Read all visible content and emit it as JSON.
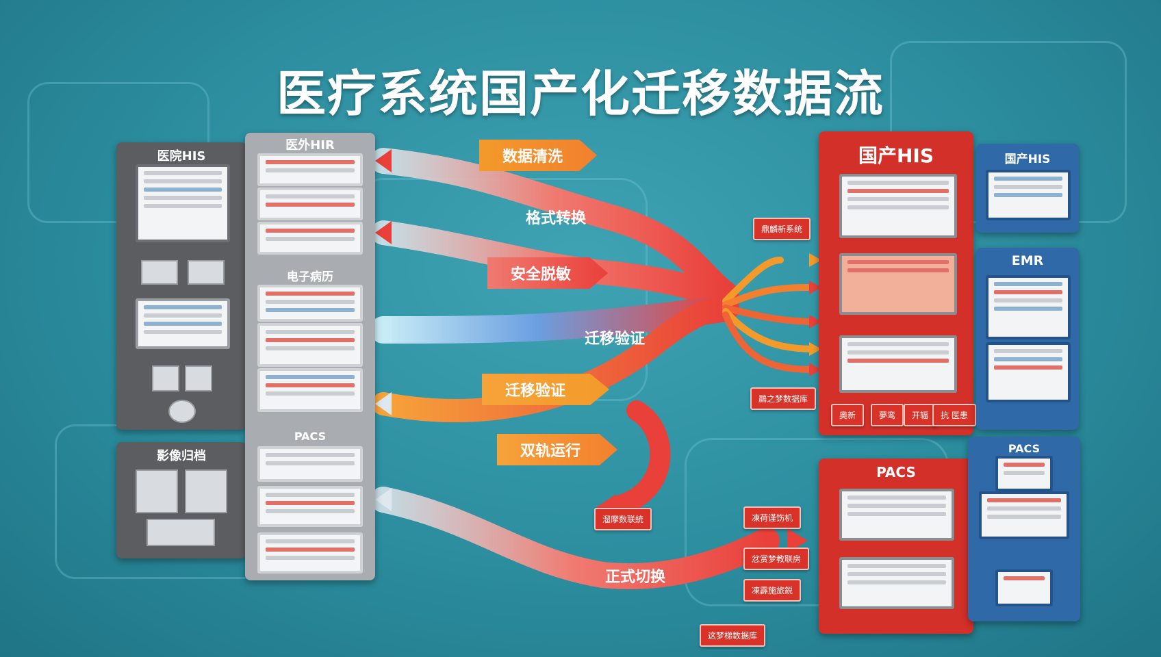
{
  "title": "医疗系统国产化迁移数据流",
  "source_systems": {
    "his": "医院HIS",
    "hir": "医外HIR",
    "emr": "电子病历",
    "pacs": "PACS",
    "archive": "影像归档"
  },
  "target_systems": {
    "his": "国产HIS",
    "his_blue": "国产HIS",
    "emr": "EMR",
    "pacs": "PACS",
    "pacs_blue": "PACS"
  },
  "stages": {
    "cleanse": "数据清洗",
    "format": "格式转换",
    "desensitize": "安全脱敏",
    "verify_1": "迁移验证",
    "verify_2": "迁移验证",
    "dual_run": "双轨运行",
    "cutover": "正式切换"
  },
  "tags": {
    "t1": "鼎麟新系统",
    "t2": "鷐之梦数据库",
    "t3": "奧新",
    "t4": "夢鸾",
    "t5": "开辐",
    "t6": "抗 医患",
    "t7": "溜摩数联統",
    "t8": "凍荷谨饬机",
    "t9": "忿赏梦教联房",
    "t10": "凍霹施旅鋭",
    "t11": "这梦梯数据库"
  },
  "colors": {
    "gray_panel": "#5b5d60",
    "light_panel": "#a9adb1",
    "red_panel": "#d4302a",
    "blue_panel": "#2f69a8",
    "arrow_orange": "#f39a2a",
    "arrow_red": "#e9403a"
  }
}
